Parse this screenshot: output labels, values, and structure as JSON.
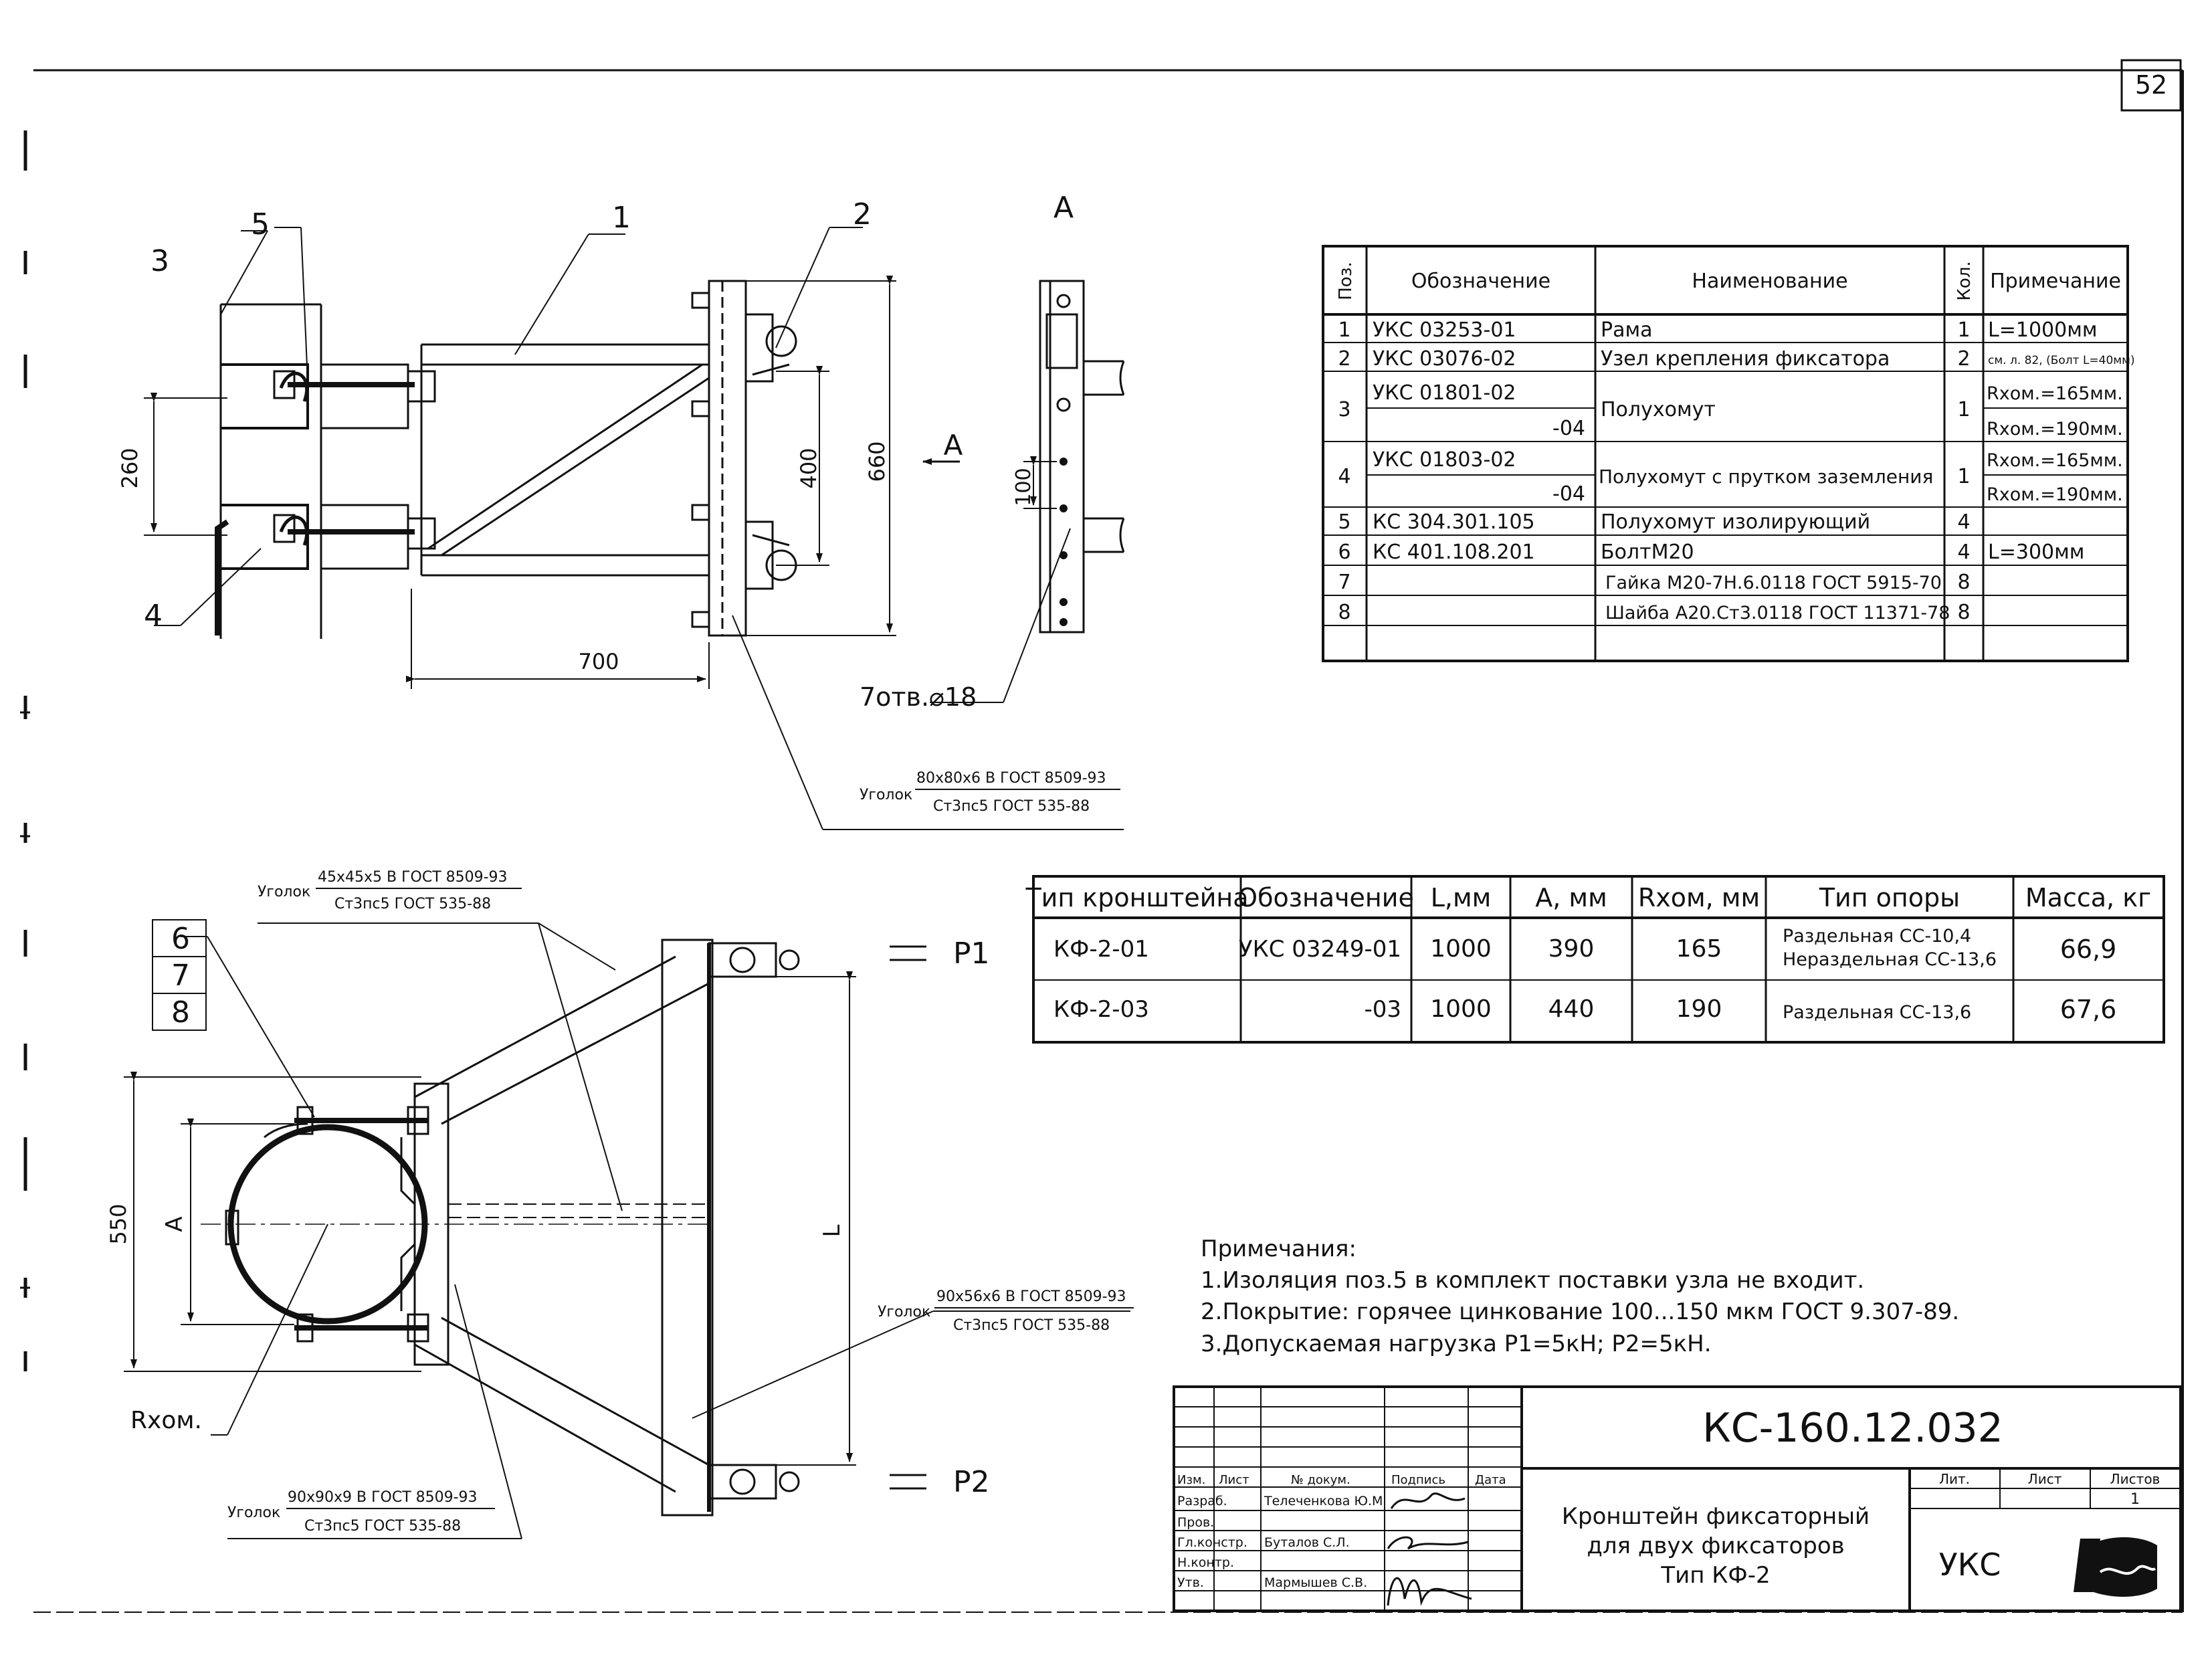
{
  "sheet_number": "52",
  "callouts": [
    "1",
    "2",
    "3",
    "4",
    "5",
    "6",
    "7",
    "8"
  ],
  "view_label": "A",
  "dimensions": {
    "top_view": {
      "d260": "260",
      "d400": "400",
      "d660": "660",
      "d700": "700",
      "section_arrow": "A",
      "d100": "100"
    },
    "holes": "7отв.⌀18",
    "bottom_view": {
      "d550": "550",
      "dA": "A",
      "dL": "L"
    },
    "rhom": "Rхом."
  },
  "loads": {
    "p1": "P1",
    "p2": "P2"
  },
  "angle_labels": [
    {
      "prefix": "Уголок",
      "top": "80х80х6 В ГОСТ 8509-93",
      "bottom": "Ст3пс5 ГОСТ 535-88"
    },
    {
      "prefix": "Уголок",
      "top": "45х45х5 В ГОСТ 8509-93",
      "bottom": "Ст3пс5 ГОСТ 535-88"
    },
    {
      "prefix": "Уголок",
      "top": "90х56х6 В ГОСТ 8509-93",
      "bottom": "Ст3пс5 ГОСТ 535-88"
    },
    {
      "prefix": "Уголок",
      "top": "90х90х9 В ГОСТ 8509-93",
      "bottom": "Ст3пс5 ГОСТ 535-88"
    }
  ],
  "spec_table": {
    "headers": [
      "Поз.",
      "Обозначение",
      "Наименование",
      "Кол.",
      "Примечание"
    ],
    "rows": [
      [
        "1",
        "УКС 03253-01",
        "Рама",
        "1",
        "L=1000мм"
      ],
      [
        "2",
        "УКС 03076-02",
        "Узел крепления фиксатора",
        "2",
        "см. л. 82, (Болт L=40мм)"
      ],
      [
        "3",
        "УКС 01801-02",
        "Полухомут",
        "1",
        "Rхом.=165мм."
      ],
      [
        "",
        "-04",
        "",
        "",
        "Rхом.=190мм."
      ],
      [
        "4",
        "УКС 01803-02",
        "Полухомут с прутком заземления",
        "1",
        "Rхом.=165мм."
      ],
      [
        "",
        "-04",
        "",
        "",
        "Rхом.=190мм."
      ],
      [
        "5",
        "КС 304.301.105",
        "Полухомут изолирующий",
        "4",
        ""
      ],
      [
        "6",
        "КС 401.108.201",
        "БолтМ20",
        "4",
        "L=300мм"
      ],
      [
        "7",
        "",
        "Гайка М20-7Н.6.0118 ГОСТ 5915-70",
        "8",
        ""
      ],
      [
        "8",
        "",
        "Шайба А20.Ст3.0118 ГОСТ 11371-78",
        "8",
        ""
      ],
      [
        "",
        "",
        "",
        "",
        ""
      ]
    ]
  },
  "type_table": {
    "headers": [
      "Тип кронштейна",
      "Обозначение",
      "L,мм",
      "А, мм",
      "Rхом, мм",
      "Тип опоры",
      "Масса, кг"
    ],
    "rows": [
      [
        "КФ-2-01",
        "УКС 03249-01",
        "1000",
        "390",
        "165",
        "Раздельная СС-10,4",
        "Нераздельная СС-13,6",
        "66,9"
      ],
      [
        "КФ-2-03",
        "-03",
        "1000",
        "440",
        "190",
        "Раздельная СС-13,6",
        "",
        "67,6"
      ]
    ]
  },
  "notes": {
    "title": "Примечания:",
    "items": [
      "1.Изоляция поз.5 в комплект поставки узла не входит.",
      "2.Покрытие: горячее цинкование 100...150 мкм ГОСТ 9.307-89.",
      "3.Допускаемая нагрузка Р1=5кН; Р2=5кН."
    ]
  },
  "title_block": {
    "code": "КС-160.12.032",
    "title_lines": [
      "Кронштейн фиксаторный",
      "для двух фиксаторов",
      "Тип КФ-2"
    ],
    "org": "УКС",
    "header_cols": [
      "Изм.",
      "Лист",
      "№ докум.",
      "Подпись",
      "Дата"
    ],
    "roles": [
      "Разраб.",
      "Пров.",
      "Гл.констр.",
      "Н.контр.",
      "Утв."
    ],
    "names": [
      "Телеченкова Ю.М",
      "",
      "Буталов С.Л.",
      "",
      "Мармышев С.В."
    ],
    "lit_label": "Лит.",
    "sheet_label": "Лист",
    "sheets_label": "Листов",
    "sheets_count": "1"
  },
  "colors": {
    "ink": "#111111",
    "paper": "#ffffff"
  }
}
